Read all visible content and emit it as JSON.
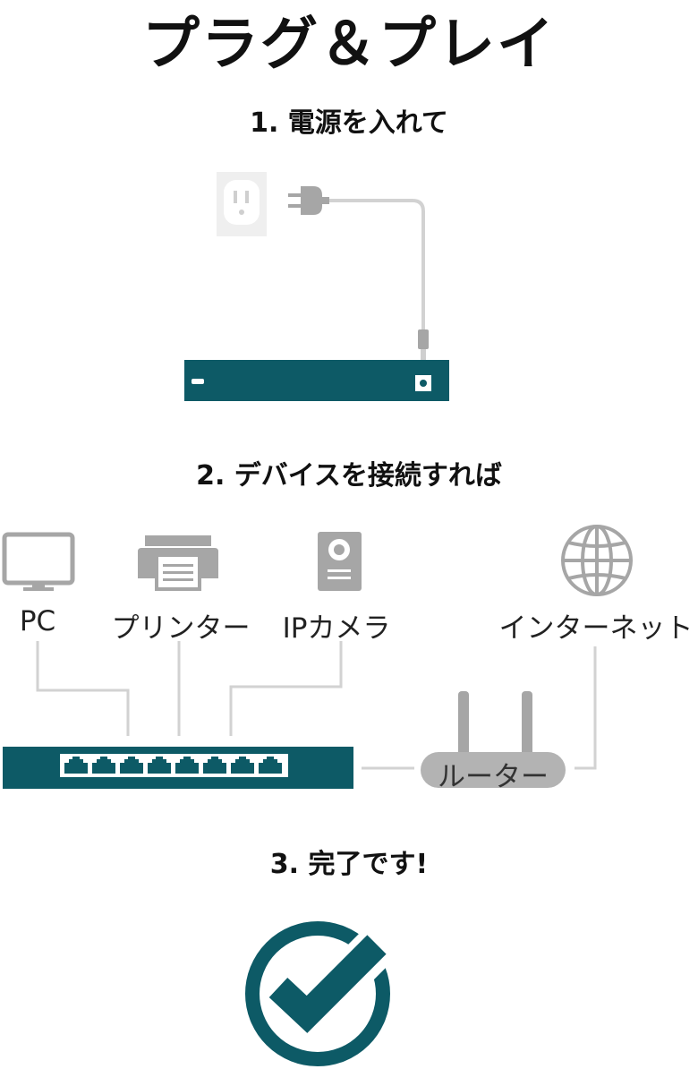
{
  "title": "プラグ＆プレイ",
  "steps": {
    "step1": "1. 電源を入れて",
    "step2": "2. デバイスを接続すれば",
    "step3": "3. 完了です!"
  },
  "devices": {
    "pc": "PC",
    "printer": "プリンター",
    "ipcamera": "IPカメラ",
    "internet": "インターネット",
    "router": "ルーター"
  },
  "colors": {
    "switch_teal": "#0d5a66",
    "line_gray": "#d2d2d2",
    "icon_gray": "#a6a6a6",
    "router_gray": "#b3b3b3",
    "outlet_bg": "#efefef"
  },
  "icons": [
    "power-outlet-icon",
    "power-plug-icon",
    "pc-monitor-icon",
    "printer-icon",
    "ip-camera-icon",
    "globe-icon",
    "router-icon",
    "checkmark-icon"
  ]
}
